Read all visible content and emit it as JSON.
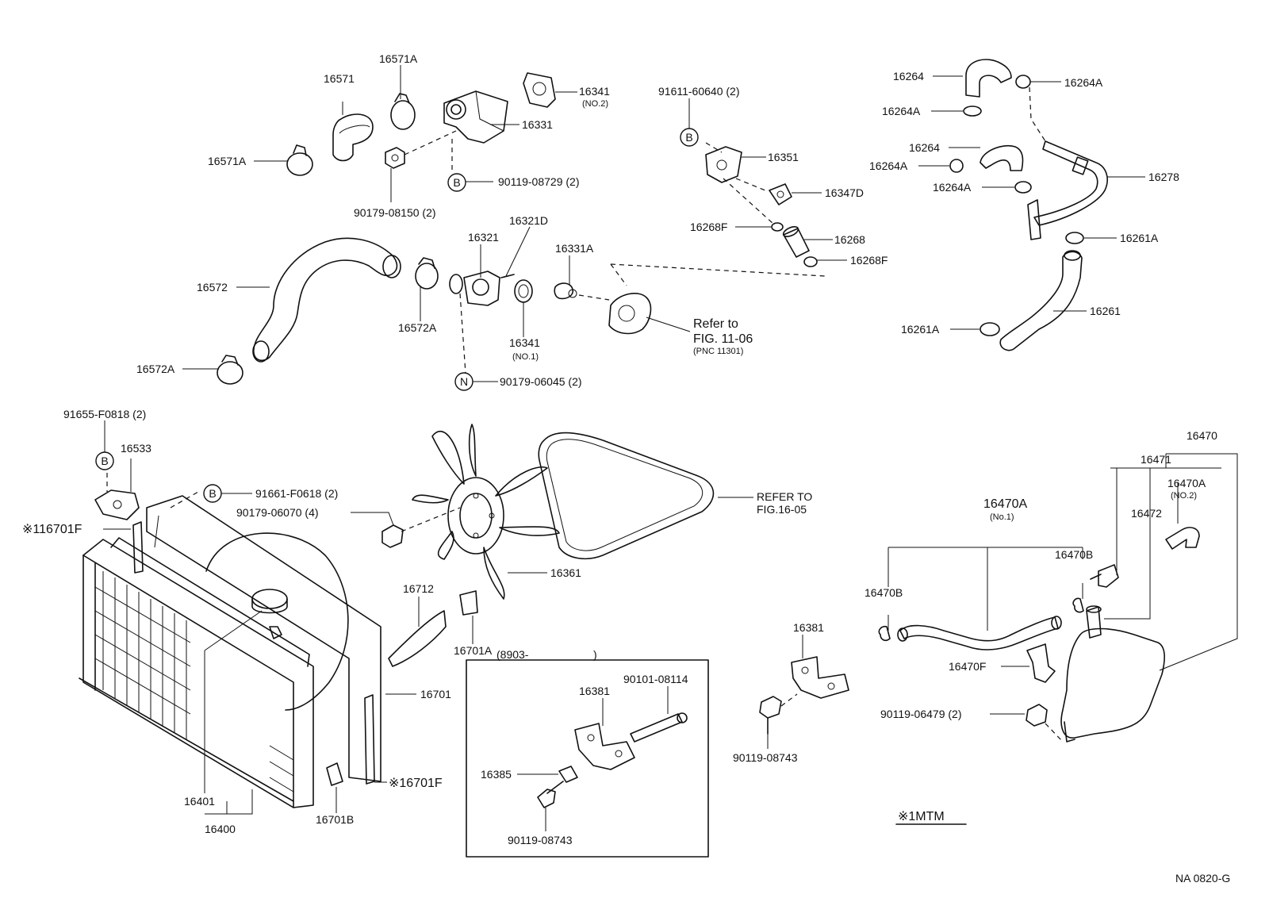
{
  "footer": {
    "code": "NA 0820-G"
  },
  "note": {
    "mark_text": "※1MTM"
  },
  "labels": {
    "l16571": "16571",
    "l16571A_top": "16571A",
    "l16571A_left": "16571A",
    "l16331": "16331",
    "l16341_no2": "16341",
    "l16341_no2_sub": "(NO.2)",
    "l90179_08150": "90179-08150 (2)",
    "l90119_08729": "90119-08729 (2)",
    "l91611_60640": "91611-60640 (2)",
    "l16351": "16351",
    "l16347D": "16347D",
    "l16268F_a": "16268F",
    "l16268": "16268",
    "l16268F_b": "16268F",
    "l16264_a": "16264",
    "l16264A_a": "16264A",
    "l16264A_b": "16264A",
    "l16264_b": "16264",
    "l16264A_c": "16264A",
    "l16264A_d": "16264A",
    "l16278": "16278",
    "l16261A_a": "16261A",
    "l16261": "16261",
    "l16261A_b": "16261A",
    "l16572": "16572",
    "l16572A_a": "16572A",
    "l16572A_b": "16572A",
    "l16321": "16321",
    "l16321D": "16321D",
    "l16331A": "16331A",
    "l16341_no1": "16341",
    "l16341_no1_sub": "(NO.1)",
    "l90179_06045": "90179-06045 (2)",
    "refer_a1": "Refer to",
    "refer_a2": "FIG. 11-06",
    "refer_a3": "(PNC 11301)",
    "l91655_F0818": "91655-F0818 (2)",
    "l16533": "16533",
    "l91661_F0618": "91661-F0618 (2)",
    "l90179_06070": "90179-06070 (4)",
    "l16701F_a": "※116701F",
    "l16712": "16712",
    "l16361": "16361",
    "l16701A": "16701A",
    "refer_b1": "REFER TO",
    "refer_b2": "FIG.16-05",
    "l16701": "16701",
    "l16701F_b": "※16701F",
    "l16401": "16401",
    "l16400": "16400",
    "l16701B": "16701B",
    "l8903": "(8903-",
    "l8903_end": ")",
    "l16381_box": "16381",
    "l90101_08114": "90101-08114",
    "l16385": "16385",
    "l90119_08743_box": "90119-08743",
    "l16381": "16381",
    "l90119_08743": "90119-08743",
    "l16470": "16470",
    "l16471": "16471",
    "l16470A_no2": "16470A",
    "l16470A_no2_sub": "(NO.2)",
    "l16472": "16472",
    "l16470A_no1": "16470A",
    "l16470A_no1_sub": "(No.1)",
    "l16470B_a": "16470B",
    "l16470B_b": "16470B",
    "l16470F": "16470F",
    "l90119_06479": "90119-06479 (2)"
  },
  "circle_letters": {
    "b1": "B",
    "b2": "B",
    "b3": "B",
    "b4": "B",
    "n1": "N"
  }
}
